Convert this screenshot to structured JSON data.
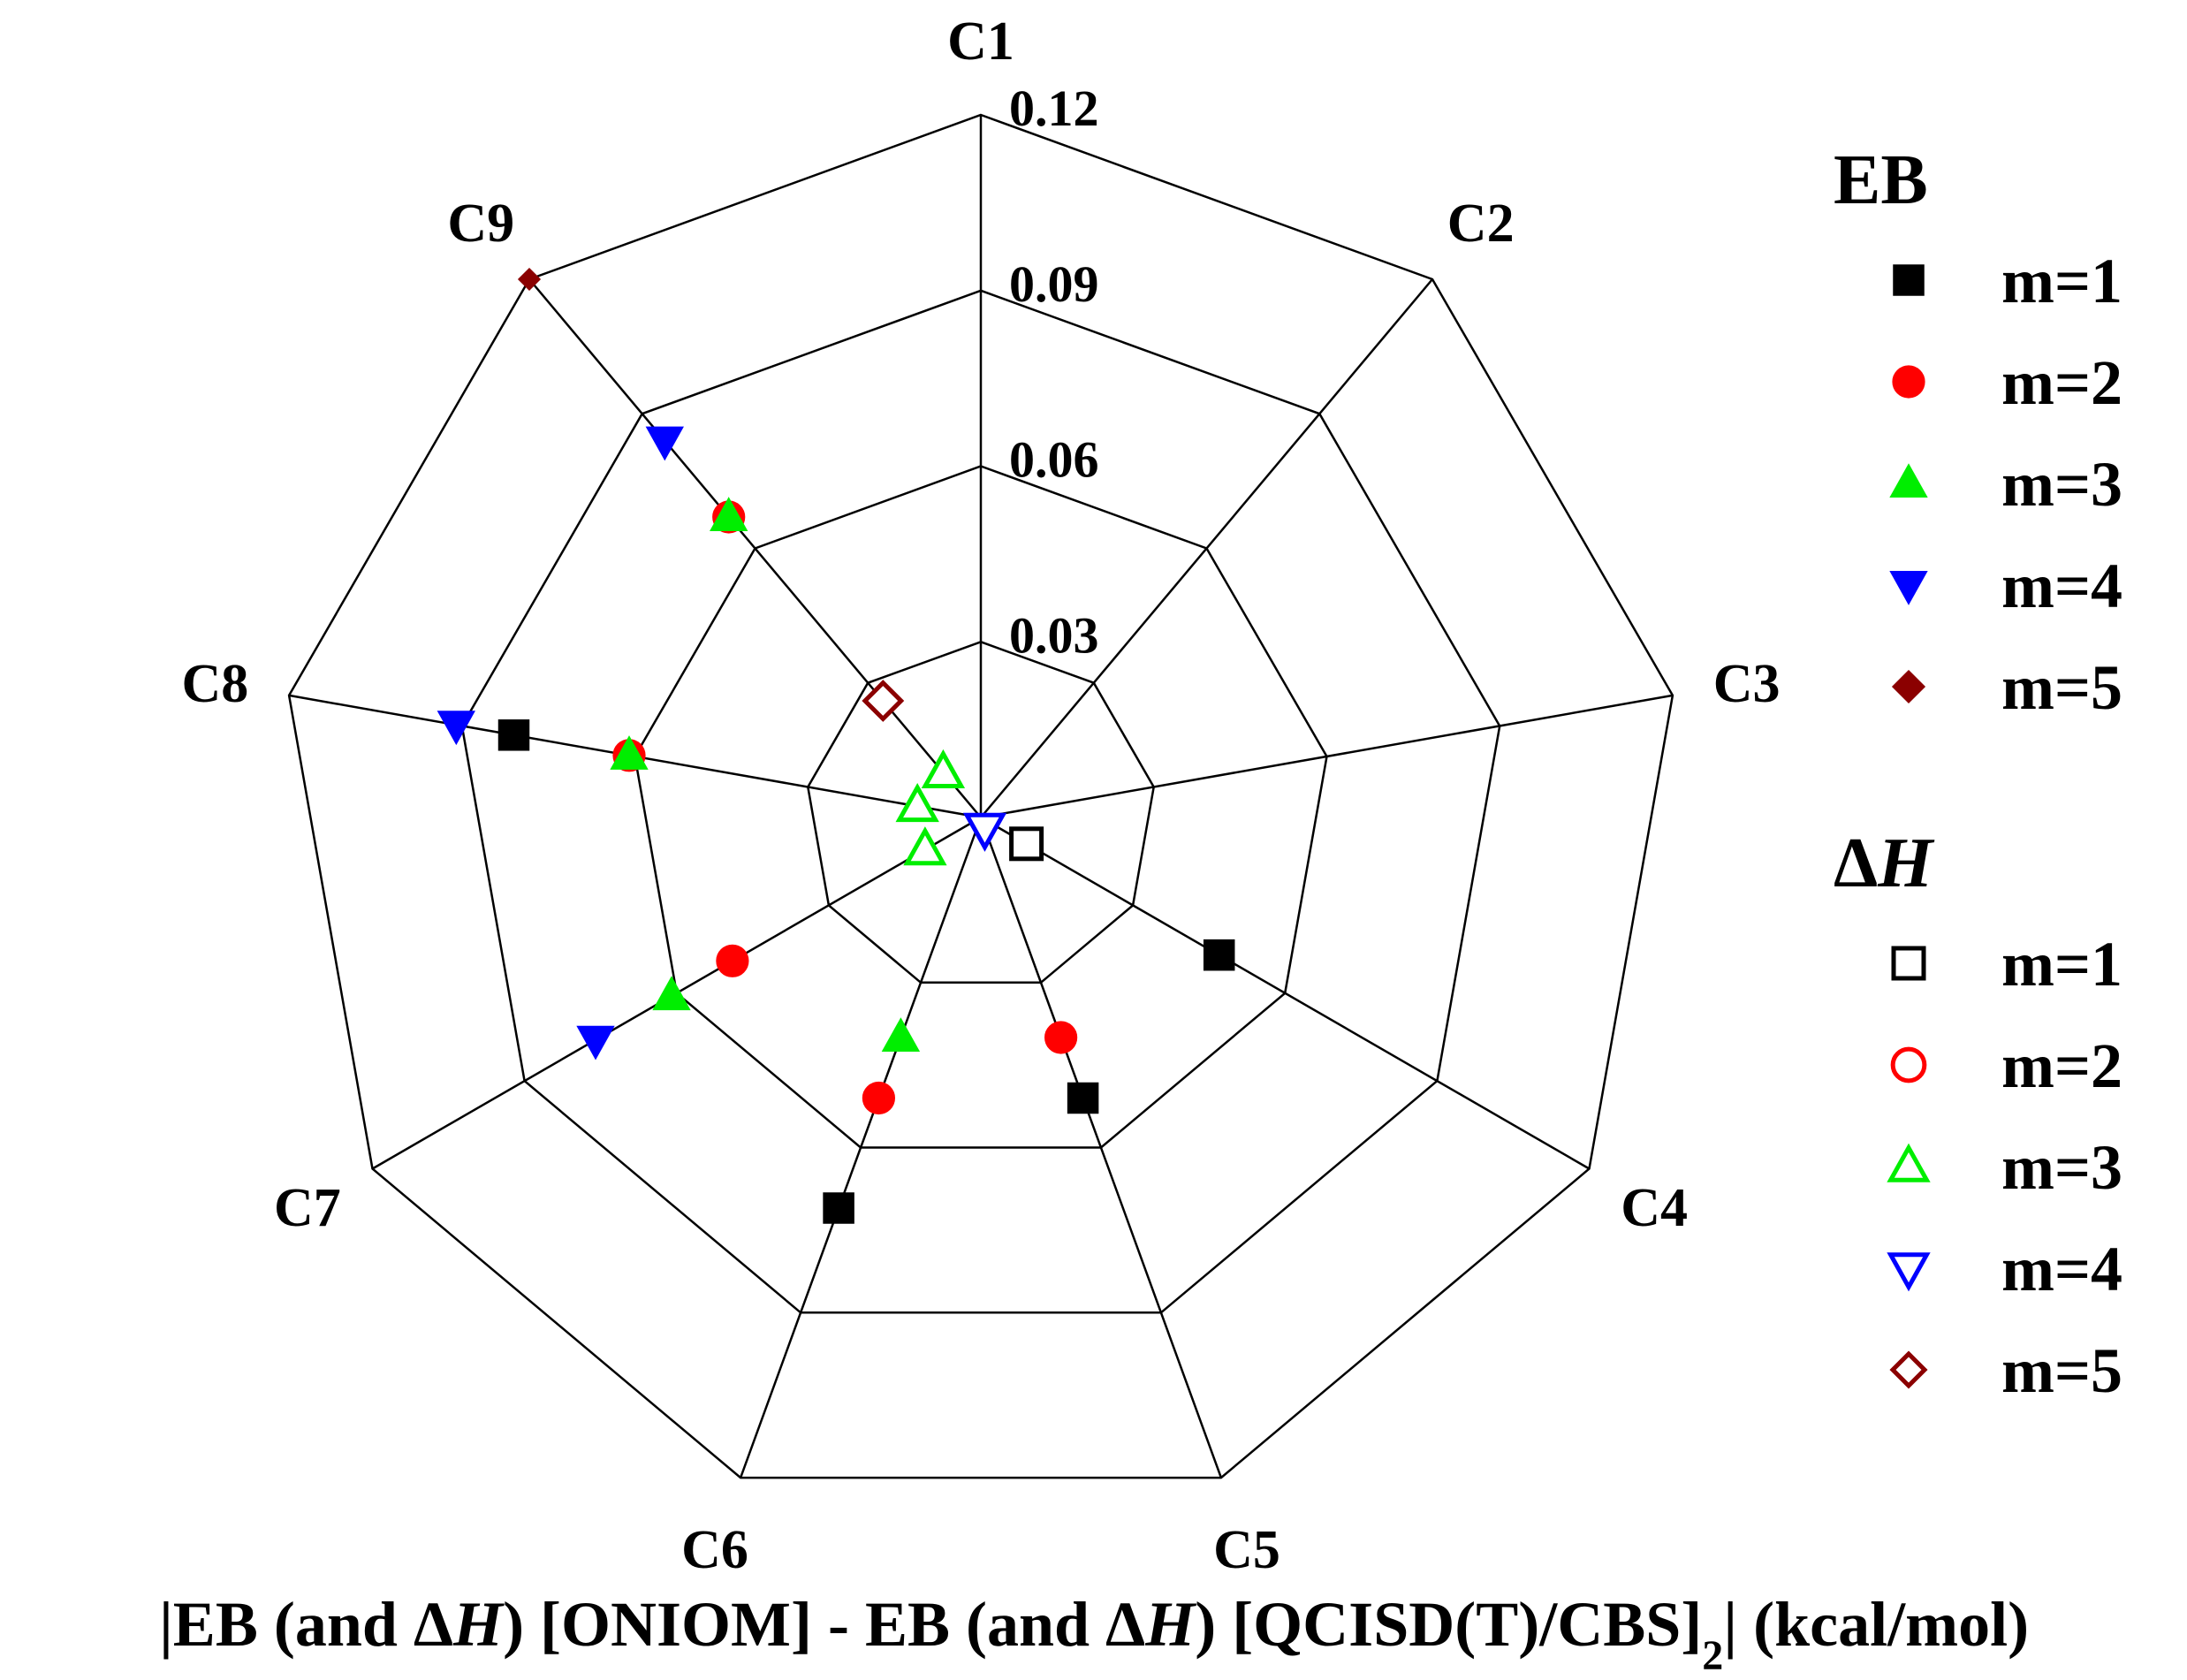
{
  "chart_data": {
    "type": "radar",
    "axes": [
      "C1",
      "C2",
      "C3",
      "C4",
      "C5",
      "C6",
      "C7",
      "C8",
      "C9"
    ],
    "rlim": [
      0,
      0.12
    ],
    "ticks": [
      0.03,
      0.06,
      0.09,
      0.12
    ],
    "tick_labels": [
      "0.03",
      "0.06",
      "0.09",
      "0.12"
    ],
    "grid": true,
    "xlabel_parts": {
      "p1": "|EB (and Δ",
      "h1": "H",
      "p2": ") [ONIOM] - EB (and Δ",
      "h2": "H",
      "p3": ") [QCISD(T)/CBS]",
      "sub": "2",
      "p4": "| (kcal/mol)"
    },
    "legend_position": "right",
    "legend_groups": [
      {
        "title": "EB",
        "title_italic": false,
        "title_prefix": "",
        "title_core": "EB"
      },
      {
        "title": "ΔH",
        "title_italic": true,
        "title_prefix": "Δ",
        "title_core": "H"
      }
    ],
    "series": [
      {
        "name": "m=1",
        "group": "EB",
        "marker": "square",
        "filled": true,
        "color": "#000000",
        "points": {
          "C4": 0.047,
          "C5": 0.051,
          "C6": 0.071,
          "C8": 0.081
        }
      },
      {
        "name": "m=2",
        "group": "EB",
        "marker": "circle",
        "filled": true,
        "color": "#ff0000",
        "points": {
          "C5": 0.04,
          "C6": 0.051,
          "C7": 0.049,
          "C8": 0.061,
          "C9": 0.067
        }
      },
      {
        "name": "m=3",
        "group": "EB",
        "marker": "triangle-up",
        "filled": true,
        "color": "#00ee00",
        "points": {
          "C6": 0.04,
          "C7": 0.061,
          "C8": 0.061,
          "C9": 0.067
        }
      },
      {
        "name": "m=4",
        "group": "EB",
        "marker": "triangle-down",
        "filled": true,
        "color": "#0000ff",
        "points": {
          "C7": 0.076,
          "C8": 0.091,
          "C9": 0.084
        }
      },
      {
        "name": "m=5",
        "group": "EB",
        "marker": "diamond",
        "filled": true,
        "color": "#8b0000",
        "points": {
          "C9": 0.12
        }
      },
      {
        "name": "m=1",
        "group": "ΔH",
        "marker": "square",
        "filled": false,
        "color": "#000000",
        "points": {
          "C4": 0.009
        }
      },
      {
        "name": "m=2",
        "group": "ΔH",
        "marker": "circle",
        "filled": false,
        "color": "#ff0000",
        "points": {}
      },
      {
        "name": "m=3",
        "group": "ΔH",
        "marker": "triangle-up",
        "filled": false,
        "color": "#00ee00",
        "points": {
          "C7": 0.011,
          "C8": 0.011,
          "C9": 0.01
        }
      },
      {
        "name": "m=4",
        "group": "ΔH",
        "marker": "triangle-down",
        "filled": false,
        "color": "#0000ff",
        "points": {
          "C5": 0.002
        }
      },
      {
        "name": "m=5",
        "group": "ΔH",
        "marker": "diamond",
        "filled": false,
        "color": "#8b0000",
        "points": {
          "C9": 0.026
        }
      }
    ]
  }
}
